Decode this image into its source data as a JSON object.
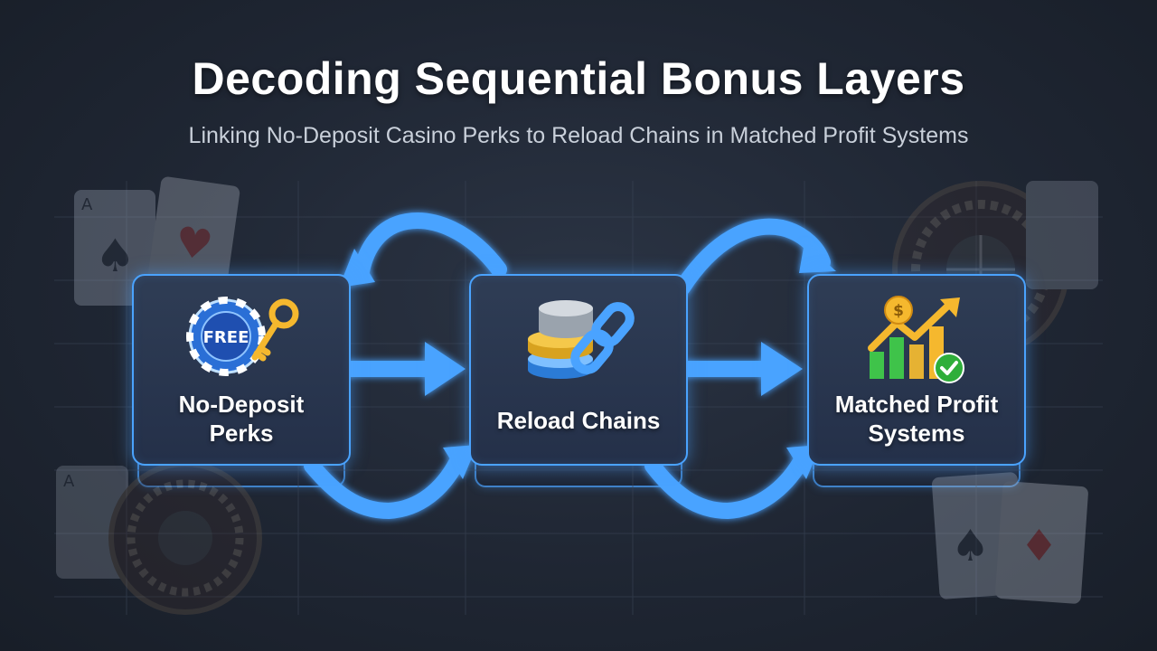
{
  "header": {
    "title": "Decoding Sequential Bonus Layers",
    "subtitle": "Linking No-Deposit Casino Perks to Reload Chains in Matched Profit Systems"
  },
  "nodes": [
    {
      "id": "no-deposit",
      "label_line1": "No-Deposit",
      "label_line2": "Perks",
      "icon": "free-chip-key-icon",
      "chip_text": "FREE"
    },
    {
      "id": "reload",
      "label_line1": "Reload Chains",
      "label_line2": "",
      "icon": "coins-chain-link-icon"
    },
    {
      "id": "matched",
      "label_line1": "Matched Profit",
      "label_line2": "Systems",
      "icon": "growth-chart-dollar-icon"
    }
  ],
  "colors": {
    "accent": "#4aa3ff",
    "background": "#1f2633",
    "gold": "#f5b82e",
    "green": "#3fc34a"
  }
}
